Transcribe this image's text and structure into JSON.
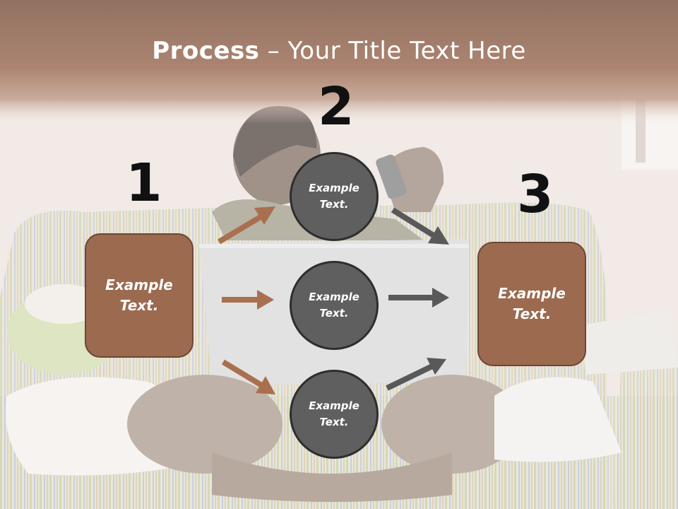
{
  "title": {
    "bold": "Process",
    "rest": "– Your Title Text Here"
  },
  "steps": {
    "one": "1",
    "two": "2",
    "three": "3"
  },
  "left_box": {
    "line1": "Example",
    "line2": "Text."
  },
  "right_box": {
    "line1": "Example",
    "line2": "Text."
  },
  "circles": [
    {
      "line1": "Example",
      "line2": "Text."
    },
    {
      "line1": "Example",
      "line2": "Text."
    },
    {
      "line1": "Example",
      "line2": "Text."
    }
  ],
  "colors": {
    "header": "#7a5240",
    "box_fill": "#9b6a4f",
    "circle_fill": "#5f5f5f",
    "arrow_brown": "#a9704f",
    "arrow_gray": "#595959"
  }
}
